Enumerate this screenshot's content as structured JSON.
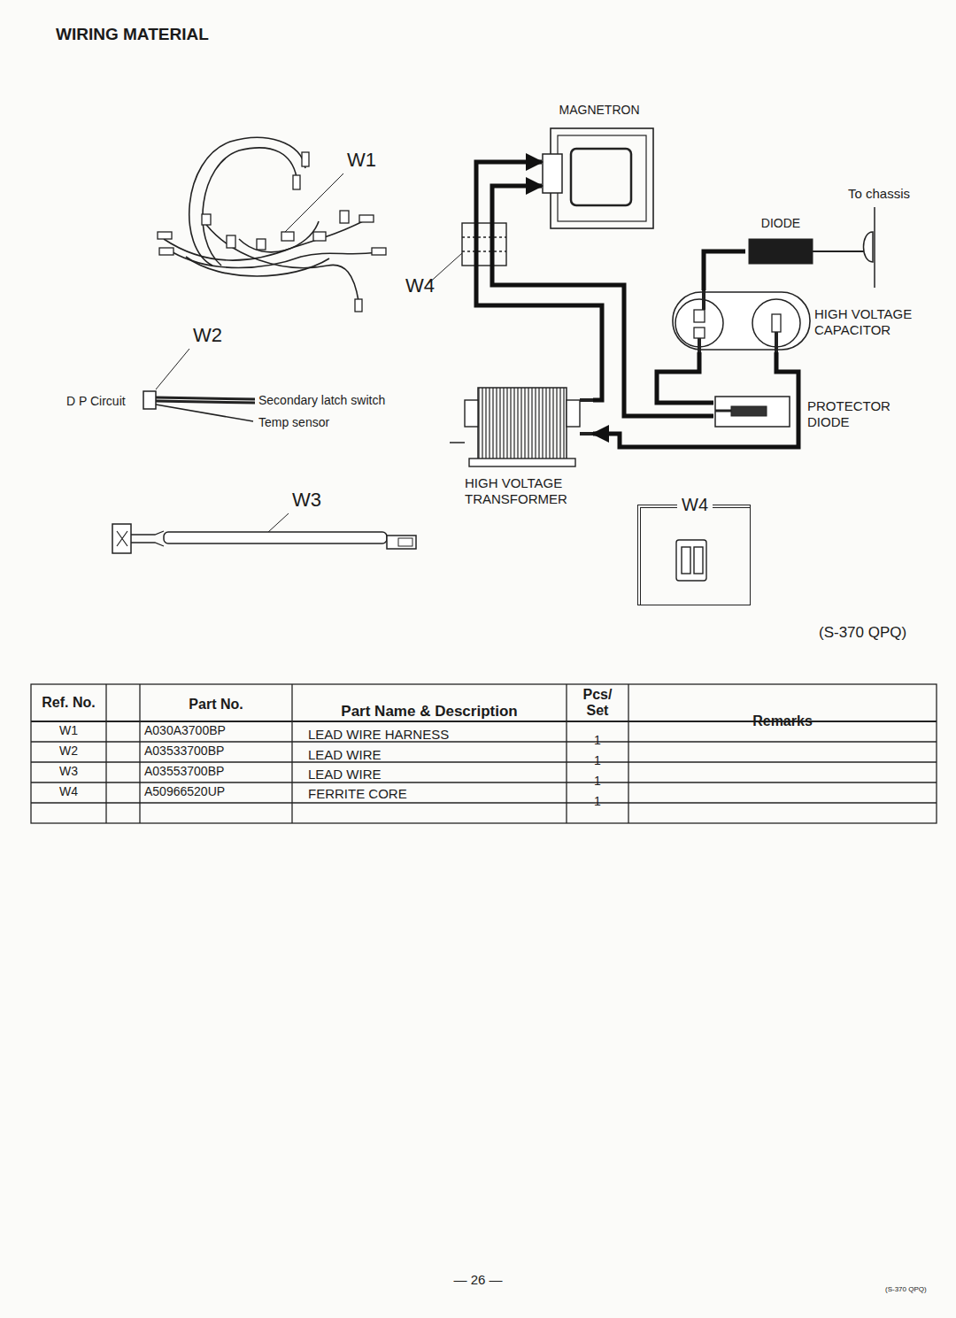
{
  "diagram": {
    "title": "WIRING MATERIAL",
    "nodes": [
      {
        "text": [
          "MAGNETRON"
        ]
      },
      {
        "text": [
          "DIODE"
        ]
      },
      {
        "text": [
          "HIGH VOLTAGE CAPACITOR"
        ]
      },
      {
        "text": [
          "PROTECTOR DIODE"
        ]
      },
      {
        "text": [
          "HIGH VOLTAGE TRANSFORMER"
        ]
      },
      {
        "text": [
          "W4"
        ]
      }
    ],
    "edges": [
      {
        "from": 4,
        "to": 0,
        "arrow": "to"
      },
      {
        "from": 3,
        "to": 0,
        "arrow": "to"
      },
      {
        "from": 2,
        "to": 3,
        "arrow": "none"
      },
      {
        "from": 2,
        "to": 4,
        "arrow": "to"
      },
      {
        "from": 1,
        "to": 2,
        "arrow": "none"
      }
    ],
    "labels": [
      "W1",
      "W4",
      "W2",
      "D P Circuit",
      "Secondary latch switch",
      "Temp sensor",
      "W3",
      "To chassis",
      "(S-370 QPQ)",
      "Ref. No.",
      "Part No.",
      "Part Name & Description",
      "Pcs/ Set",
      "Remarks",
      "W1",
      "A030A3700BP",
      "LEAD WIRE HARNESS",
      "1",
      "W2",
      "A03533700BP",
      "LEAD WIRE",
      "1",
      "W3",
      "A03553700BP",
      "LEAD WIRE",
      "1",
      "W4",
      "A50966520UP",
      "FERRITE CORE",
      "1",
      "— 26 —",
      "(S-370 QPQ)"
    ]
  }
}
